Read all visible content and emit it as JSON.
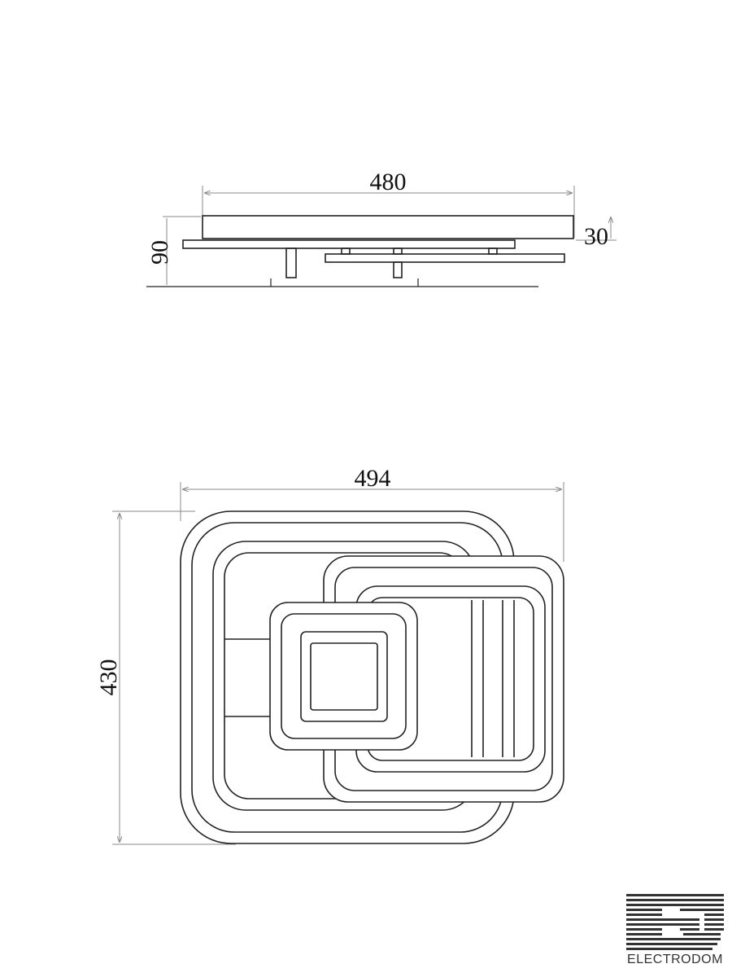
{
  "side_view": {
    "width_label": "480",
    "height_label": "90",
    "depth_label": "30"
  },
  "top_view": {
    "width_label": "494",
    "height_label": "430"
  },
  "logo": {
    "text": "ELECTRODOM"
  },
  "colors": {
    "line": "#222222",
    "dim": "#888888"
  }
}
